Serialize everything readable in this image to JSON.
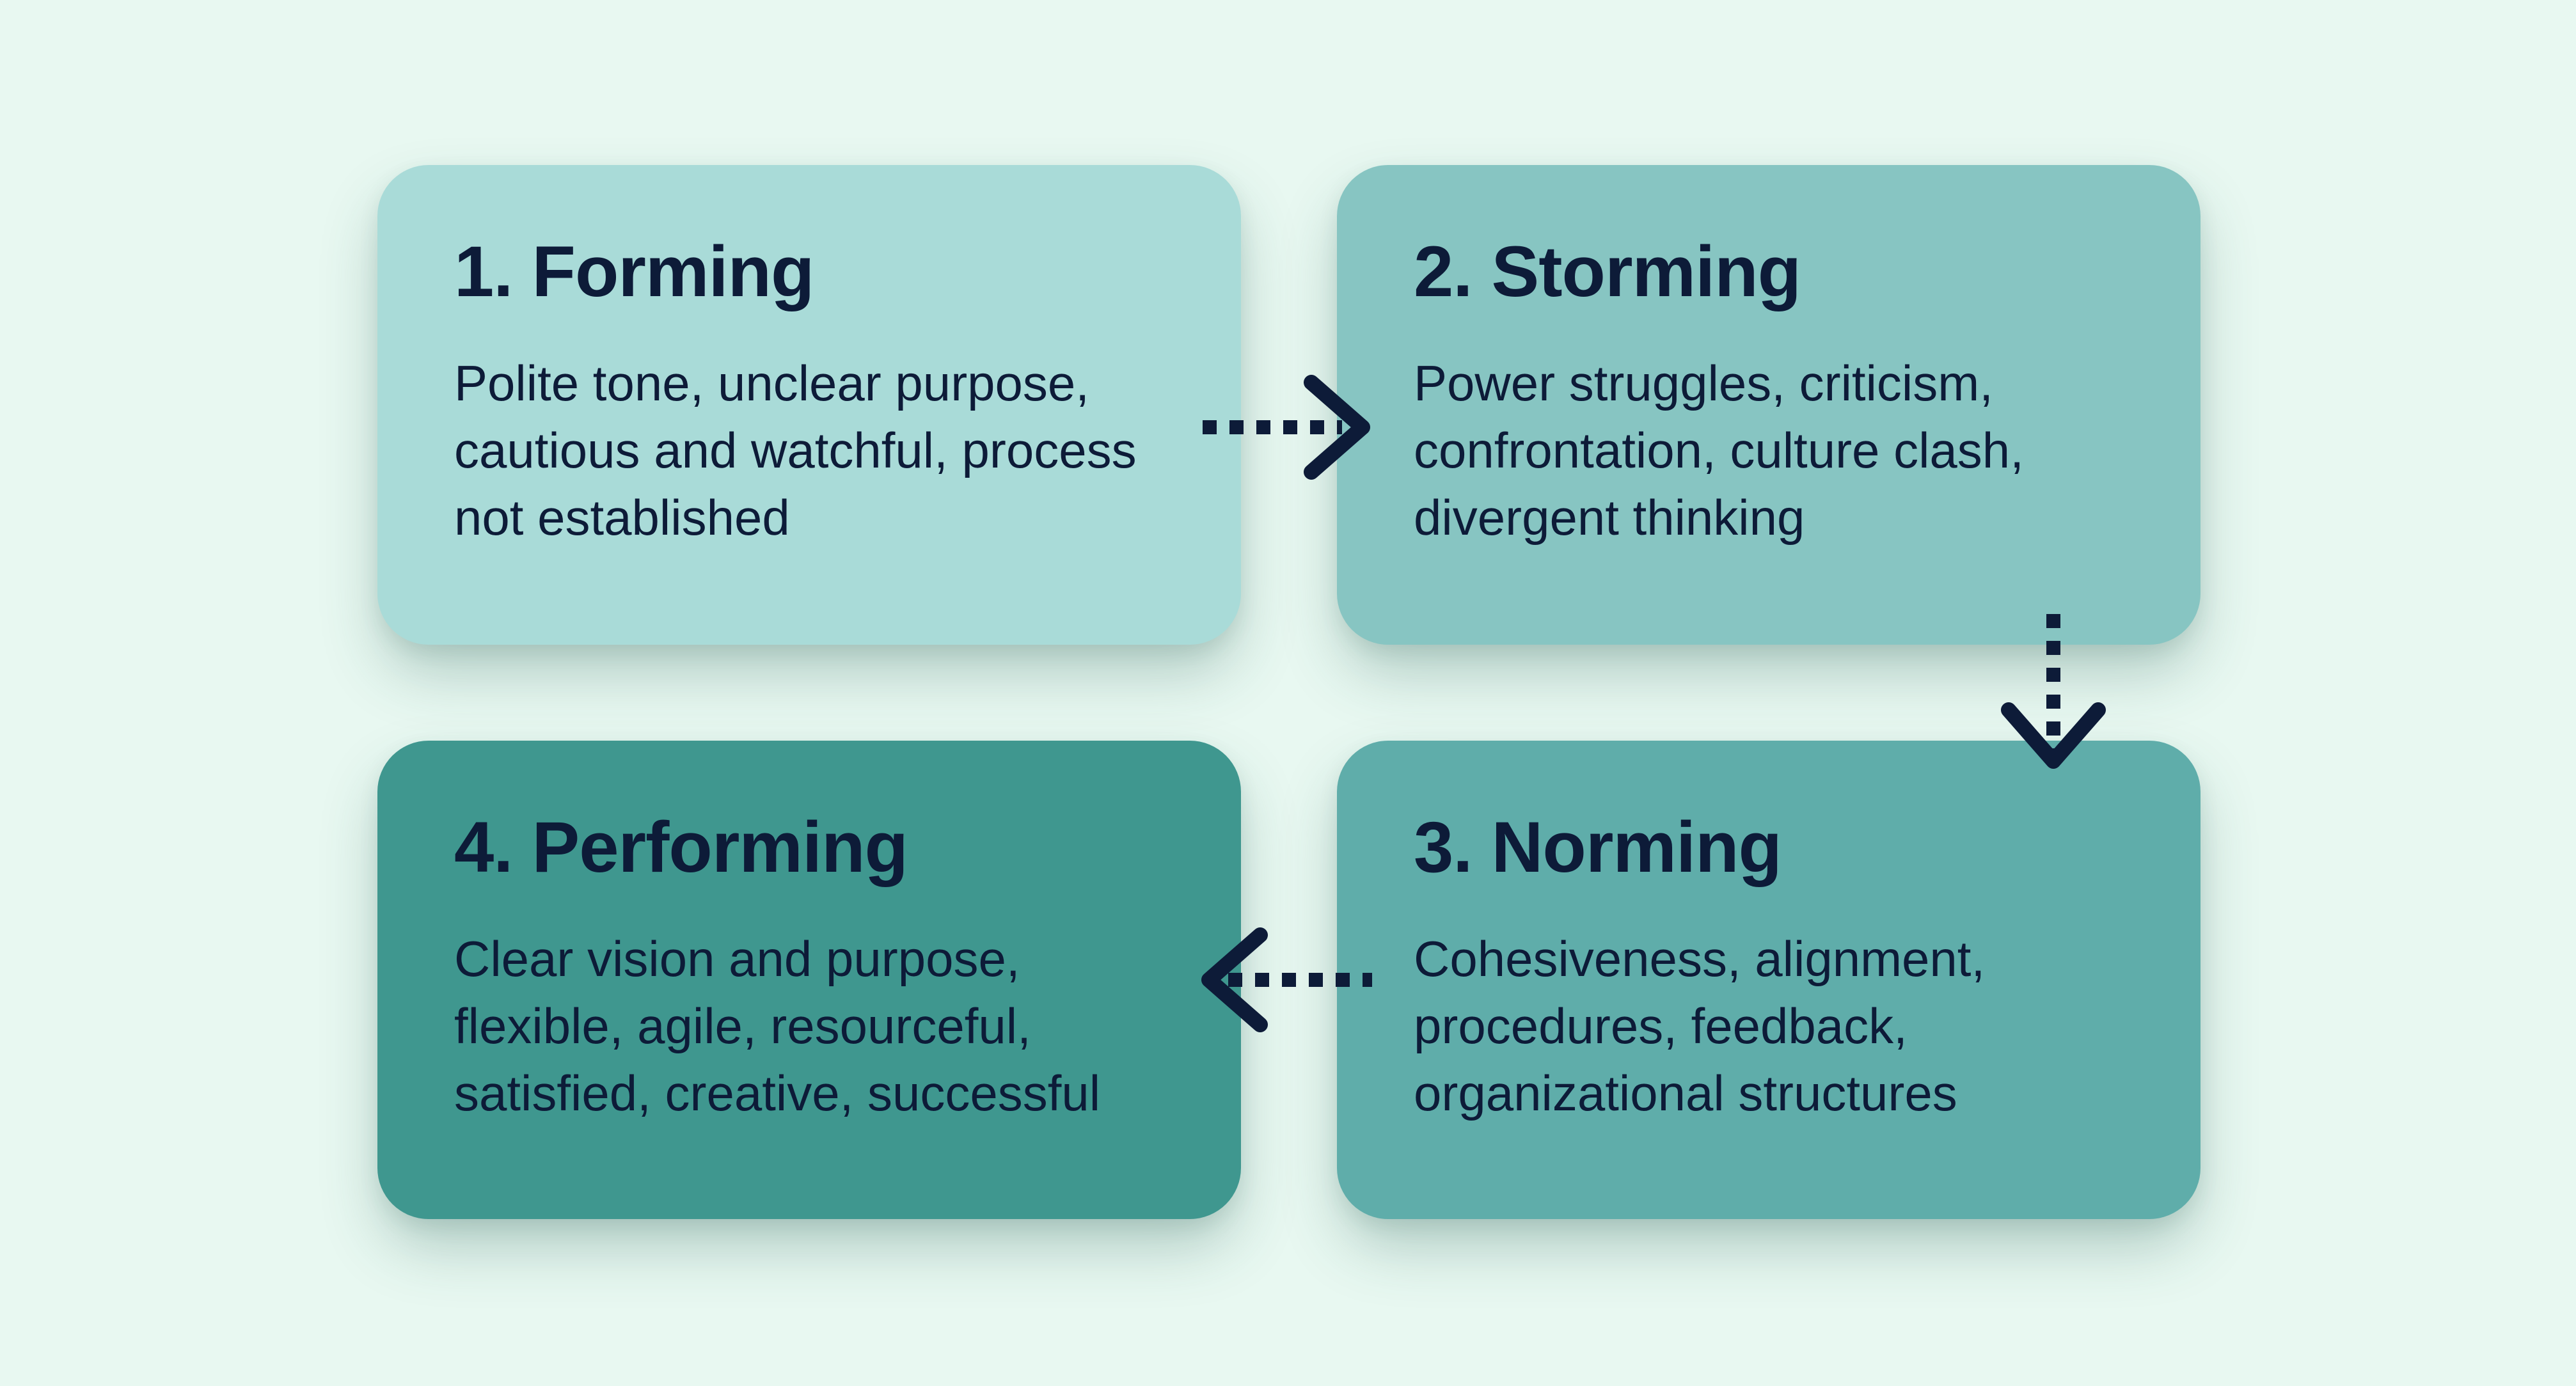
{
  "diagram": {
    "description_topic": "Stages of team development diagram",
    "colors": {
      "background": "#e8f8f1",
      "text": "#0d1b38",
      "arrow": "#0d1b38"
    },
    "cards": [
      {
        "id": "forming",
        "title": "1. Forming",
        "body_lines": [
          "Polite tone, unclear purpose,",
          "cautious and watchful, process",
          "not established"
        ],
        "color": "#a9dbd8",
        "position": "top-left"
      },
      {
        "id": "storming",
        "title": "2. Storming",
        "body_lines": [
          "Power struggles, criticism,",
          "confrontation, culture clash,",
          "divergent thinking"
        ],
        "color": "#87c5c2",
        "position": "top-right"
      },
      {
        "id": "norming",
        "title": "3. Norming",
        "body_lines": [
          "Cohesiveness, alignment,",
          "procedures, feedback,",
          "organizational structures"
        ],
        "color": "#5fadaa",
        "position": "bottom-right"
      },
      {
        "id": "performing",
        "title": "4. Performing",
        "body_lines": [
          "Clear vision and purpose,",
          "flexible, agile, resourceful,",
          "satisfied, creative, successful"
        ],
        "color": "#3f978f",
        "position": "bottom-left"
      }
    ],
    "arrows": [
      {
        "name": "forming-to-storming",
        "direction": "right",
        "style": "dotted"
      },
      {
        "name": "storming-to-norming",
        "direction": "down",
        "style": "dotted"
      },
      {
        "name": "norming-to-performing",
        "direction": "left",
        "style": "dotted"
      }
    ]
  }
}
